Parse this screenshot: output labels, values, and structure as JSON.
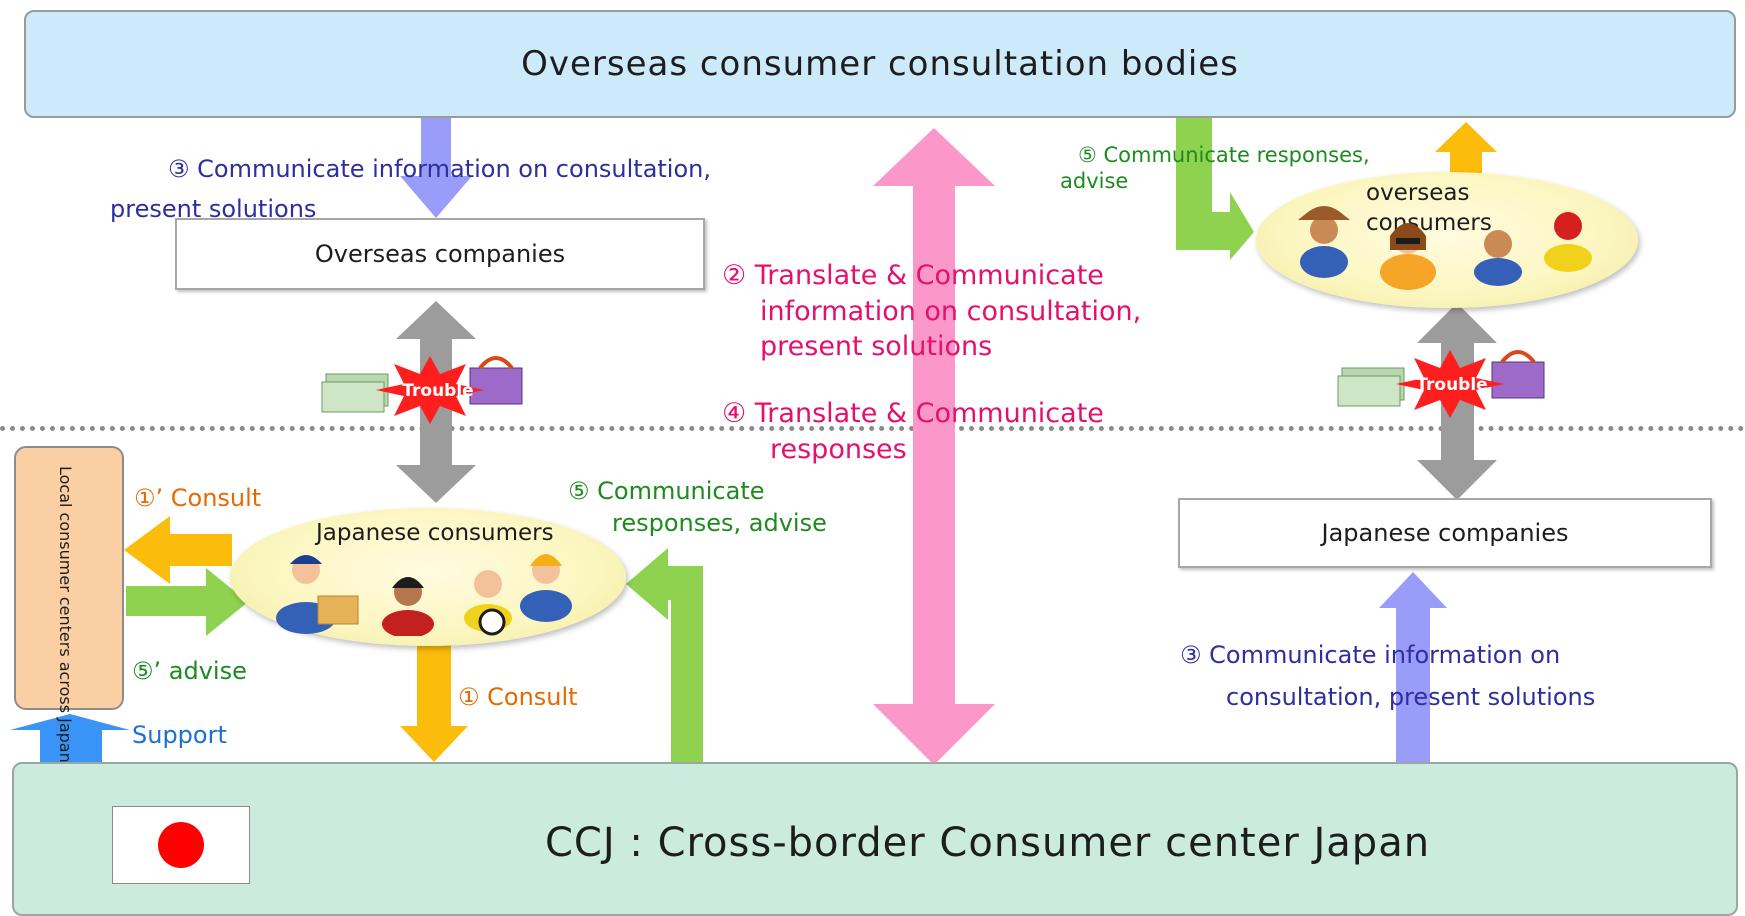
{
  "header": {
    "title": "Overseas consumer consultation bodies"
  },
  "footer": {
    "title": "CCJ : Cross-border Consumer center Japan"
  },
  "boxes": {
    "overseas_companies": "Overseas companies",
    "japanese_companies": "Japanese companies",
    "local_centers": "Local consumer centers across Japan"
  },
  "groups": {
    "japanese_consumers": "Japanese consumers",
    "overseas_consumers": "overseas consumers"
  },
  "labels": {
    "step3_left_line1": "③ Communicate information on consultation,",
    "step3_left_line2": "present solutions",
    "step2_line1": "② Translate & Communicate",
    "step2_line2": "information on consultation,",
    "step2_line3": "present solutions",
    "step4_line1": "④ Translate & Communicate",
    "step4_line2": "responses",
    "step5_right_line1": "⑤ Communicate responses,",
    "step5_right_line2": "advise",
    "step5_mid_line1": "⑤ Communicate",
    "step5_mid_line2": "responses, advise",
    "step1p": "①’ Consult",
    "step5p": "⑤’ advise",
    "step1": "① Consult",
    "support": "Support",
    "step3_right_line1": "③ Communicate information on",
    "step3_right_line2": "consultation, present solutions"
  },
  "trouble": {
    "left": "Trouble",
    "right": "Trouble"
  },
  "colors": {
    "header_fill": "#cdeafb",
    "footer_fill": "#cbebdf",
    "pink_arrow": "#fc98c9",
    "gray_arrow": "#9c9c9c",
    "blue_arrow": "#9a9cfa",
    "green_arrow": "#8ed250",
    "orange_arrow": "#fcbc0c",
    "support_arrow": "#3a93f7",
    "trouble_burst": "#ff1e1e"
  }
}
